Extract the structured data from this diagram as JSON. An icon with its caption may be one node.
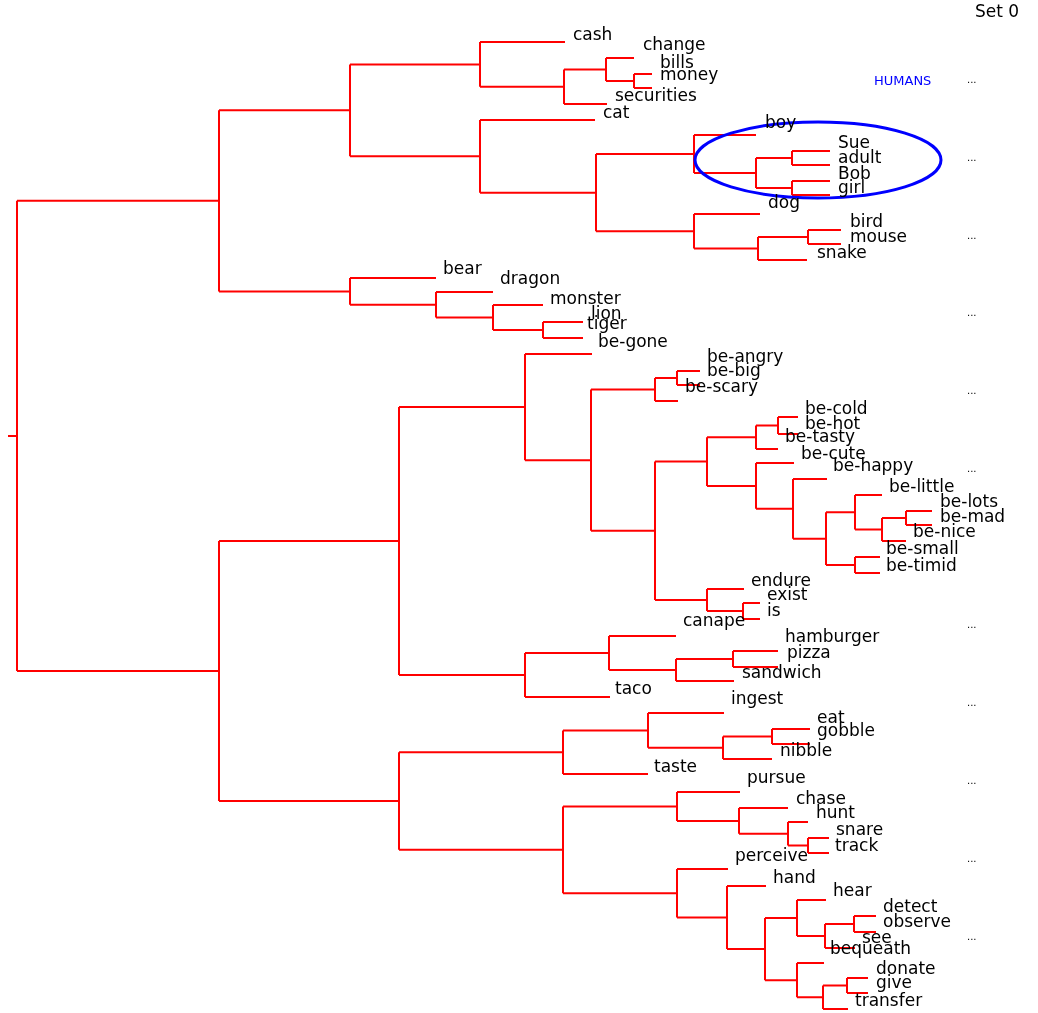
{
  "diagram": {
    "labels": [
      "Set 0",
      "cash",
      "change",
      "bills",
      "money",
      "securities",
      "cat",
      "boy",
      "Sue",
      "adult",
      "Bob",
      "girl",
      "dog",
      "bird",
      "mouse",
      "snake",
      "bear",
      "dragon",
      "monster",
      "lion",
      "tiger",
      "be-gone",
      "be-angry",
      "be-big",
      "be-scary",
      "be-cold",
      "be-hot",
      "be-tasty",
      "be-cute",
      "be-happy",
      "be-little",
      "be-lots",
      "be-mad",
      "be-nice",
      "be-small",
      "be-timid",
      "endure",
      "exist",
      "is",
      "canape",
      "hamburger",
      "pizza",
      "sandwich",
      "taco",
      "ingest",
      "eat",
      "gobble",
      "nibble",
      "taste",
      "pursue",
      "chase",
      "hunt",
      "snare",
      "track",
      "perceive",
      "hand",
      "hear",
      "detect",
      "observe",
      "see",
      "bequeath",
      "donate",
      "give",
      "transfer",
      "HUMANS",
      "...",
      "...",
      "...",
      "...",
      "...",
      "...",
      "...",
      "...",
      "...",
      "...",
      "..."
    ]
  }
}
